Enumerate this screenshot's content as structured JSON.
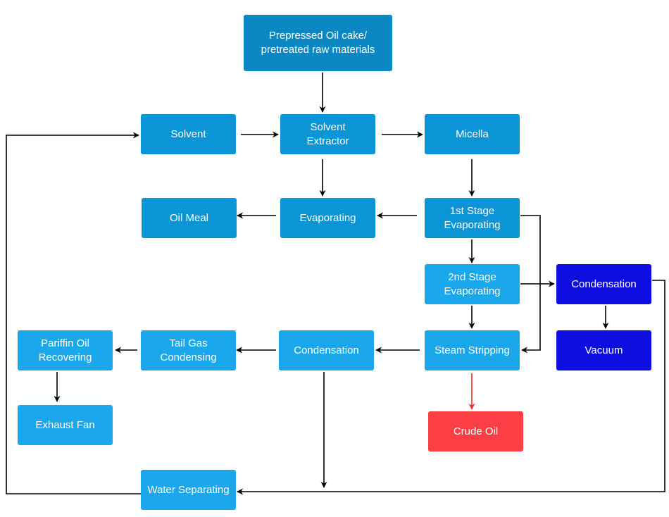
{
  "nodes": {
    "prepressed": "Prepressed Oil cake/\npretreated raw materials",
    "solvent": "Solvent",
    "solvent_extractor": "Solvent\nExtractor",
    "micella": "Micella",
    "oil_meal": "Oil Meal",
    "evaporating": "Evaporating",
    "stage1": "1st Stage\nEvaporating",
    "stage2": "2nd Stage\nEvaporating",
    "condensation_right": "Condensation",
    "vacuum": "Vacuum",
    "paraffin": "Pariffin Oil\nRecovering",
    "tail_gas": "Tail Gas\nCondensing",
    "condensation_mid": "Condensation",
    "steam_stripping": "Steam Stripping",
    "crude_oil": "Crude Oil",
    "exhaust_fan": "Exhaust Fan",
    "water_separating": "Water Separating"
  },
  "colors": {
    "dark_blue_box": "#0b87c4",
    "blue_box": "#0b94d6",
    "light_blue_box": "#1aa7ec",
    "vacuum_blue": "#0f0ee0",
    "crude_oil_red": "#fb3f45",
    "arrow_black": "#000000",
    "arrow_red": "#f02f2f"
  }
}
